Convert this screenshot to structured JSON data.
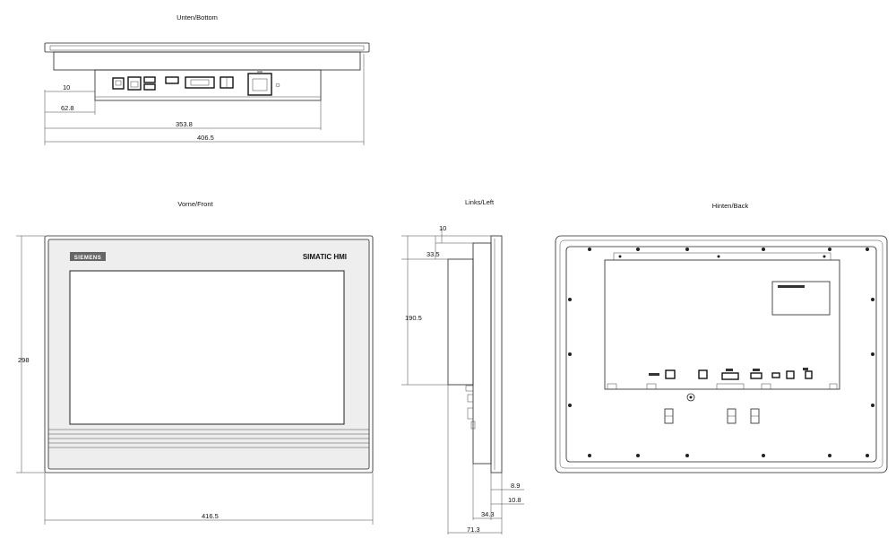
{
  "views": {
    "bottom": {
      "title": "Unten/Bottom",
      "dims": {
        "d1": "10",
        "d2": "62.8",
        "d3": "353.8",
        "d4": "406.5"
      }
    },
    "front": {
      "title": "Vorne/Front",
      "logo": "SIEMENS",
      "brand": "SIMATIC HMI",
      "dims": {
        "height": "298",
        "width": "416.5"
      }
    },
    "left": {
      "title": "Links/Left",
      "dims": {
        "d1": "10",
        "d2": "33.5",
        "d3": "190.5",
        "d4": "8.9",
        "d5": "10.8",
        "d6": "34.3",
        "d7": "71.3"
      }
    },
    "back": {
      "title": "Hinten/Back"
    }
  },
  "colors": {
    "line": "#222222",
    "bezel": "#e6e6e6",
    "logo_bg": "#666666"
  }
}
